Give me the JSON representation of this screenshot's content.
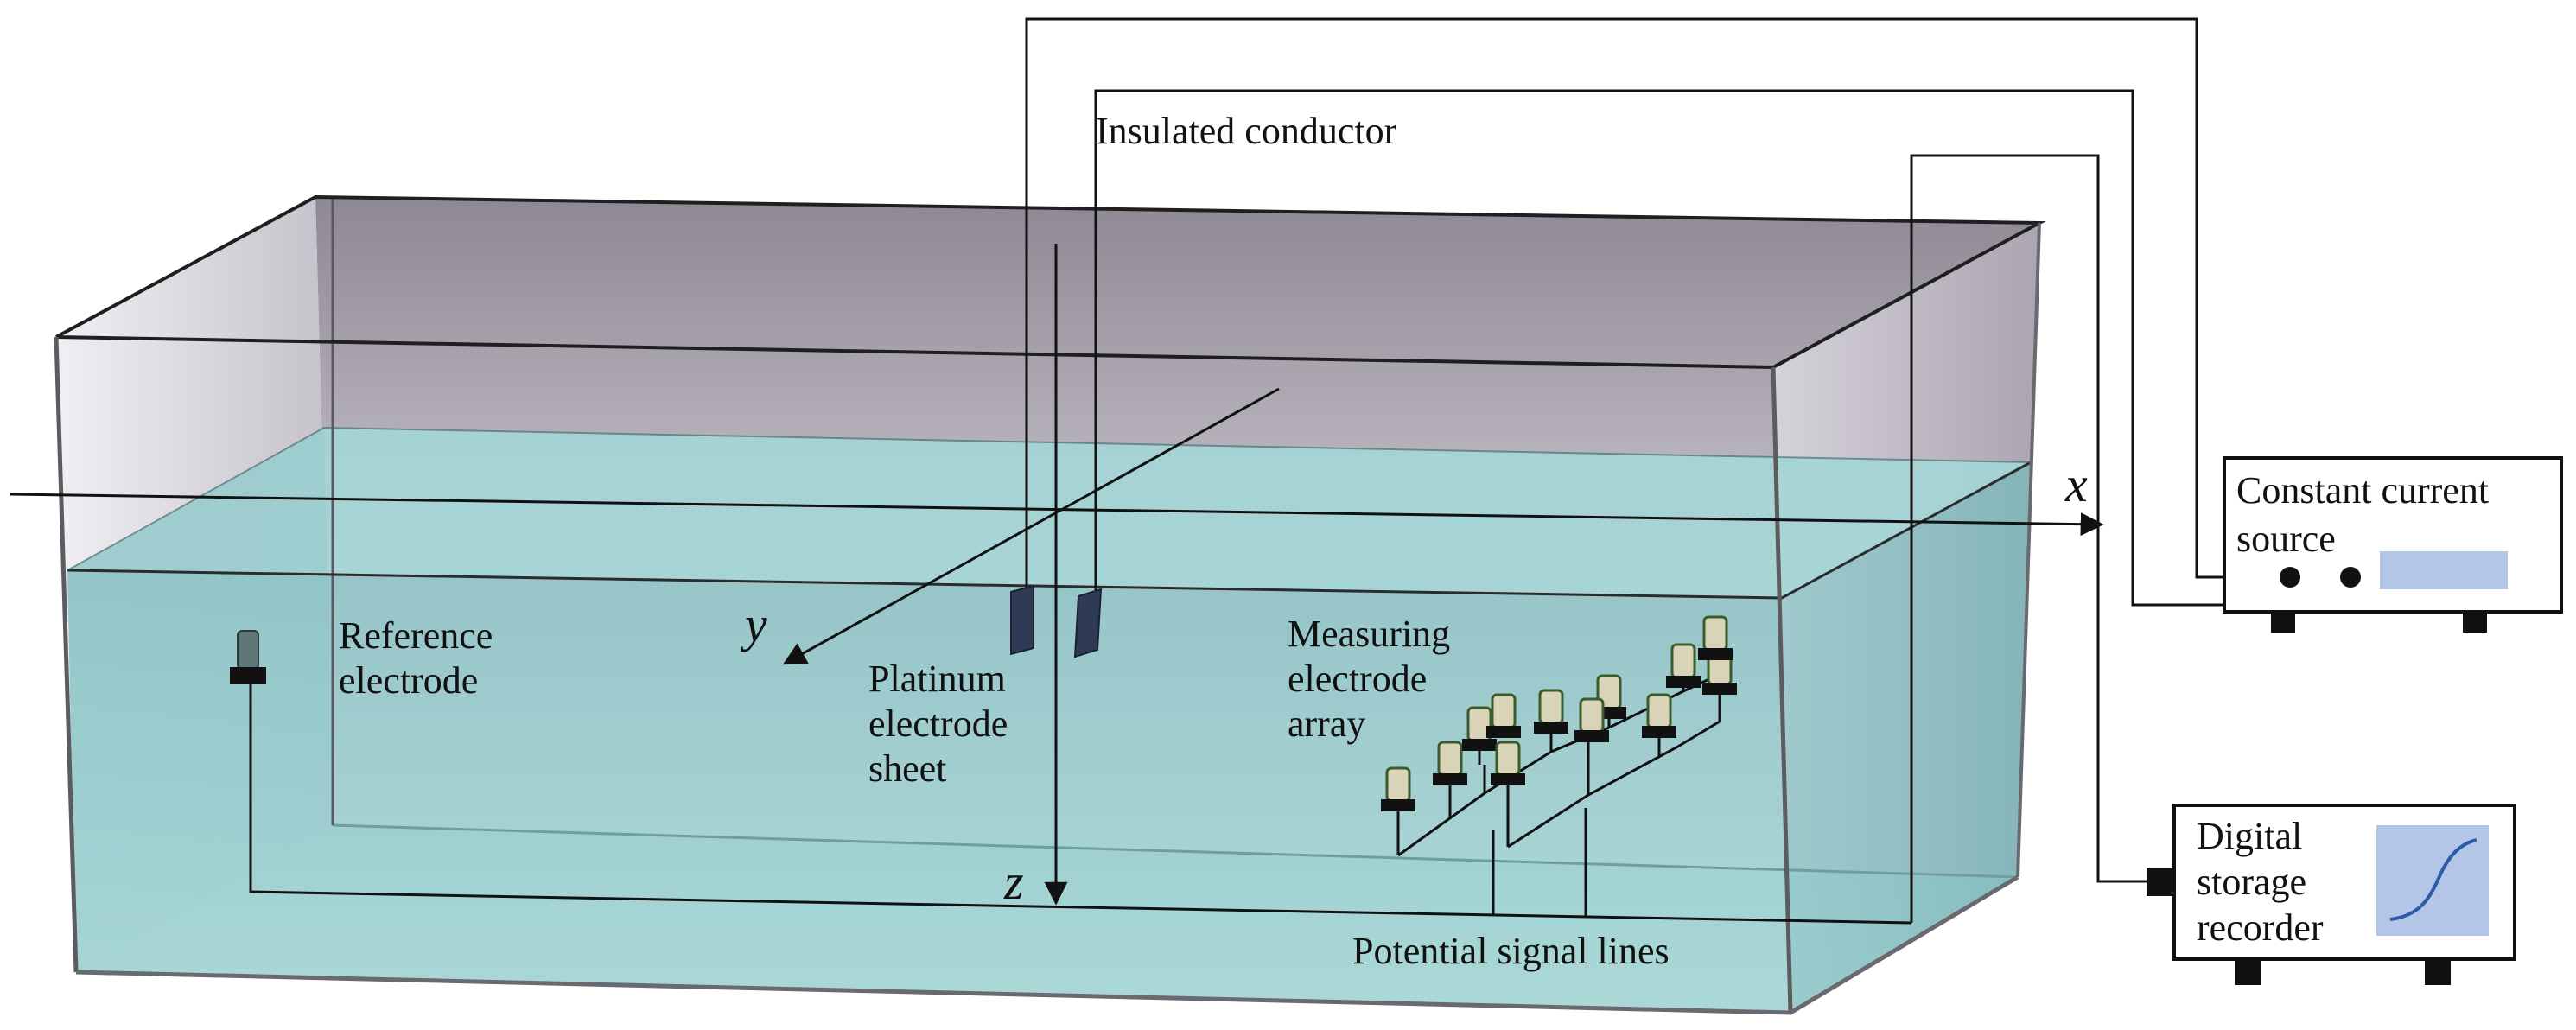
{
  "labels": {
    "insulated_conductor": "Insulated conductor",
    "reference_electrode": [
      "Reference",
      "electrode"
    ],
    "platinum_electrode_sheet": [
      "Platinum",
      "electrode",
      "sheet"
    ],
    "measuring_electrode_array": [
      "Measuring",
      "electrode",
      "array"
    ],
    "potential_signal_lines": "Potential signal lines",
    "constant_current_source": [
      "Constant current",
      "source"
    ],
    "digital_storage_recorder": [
      "Digital",
      "storage",
      "recorder"
    ]
  },
  "axes": {
    "x": "x",
    "y": "y",
    "z": "z"
  },
  "colors": {
    "water": "#8ec9cc",
    "water_surface": "#a9dcdc",
    "tank_back": "#d6d3da",
    "wire": "#111111",
    "display": "#b4c6e7"
  }
}
